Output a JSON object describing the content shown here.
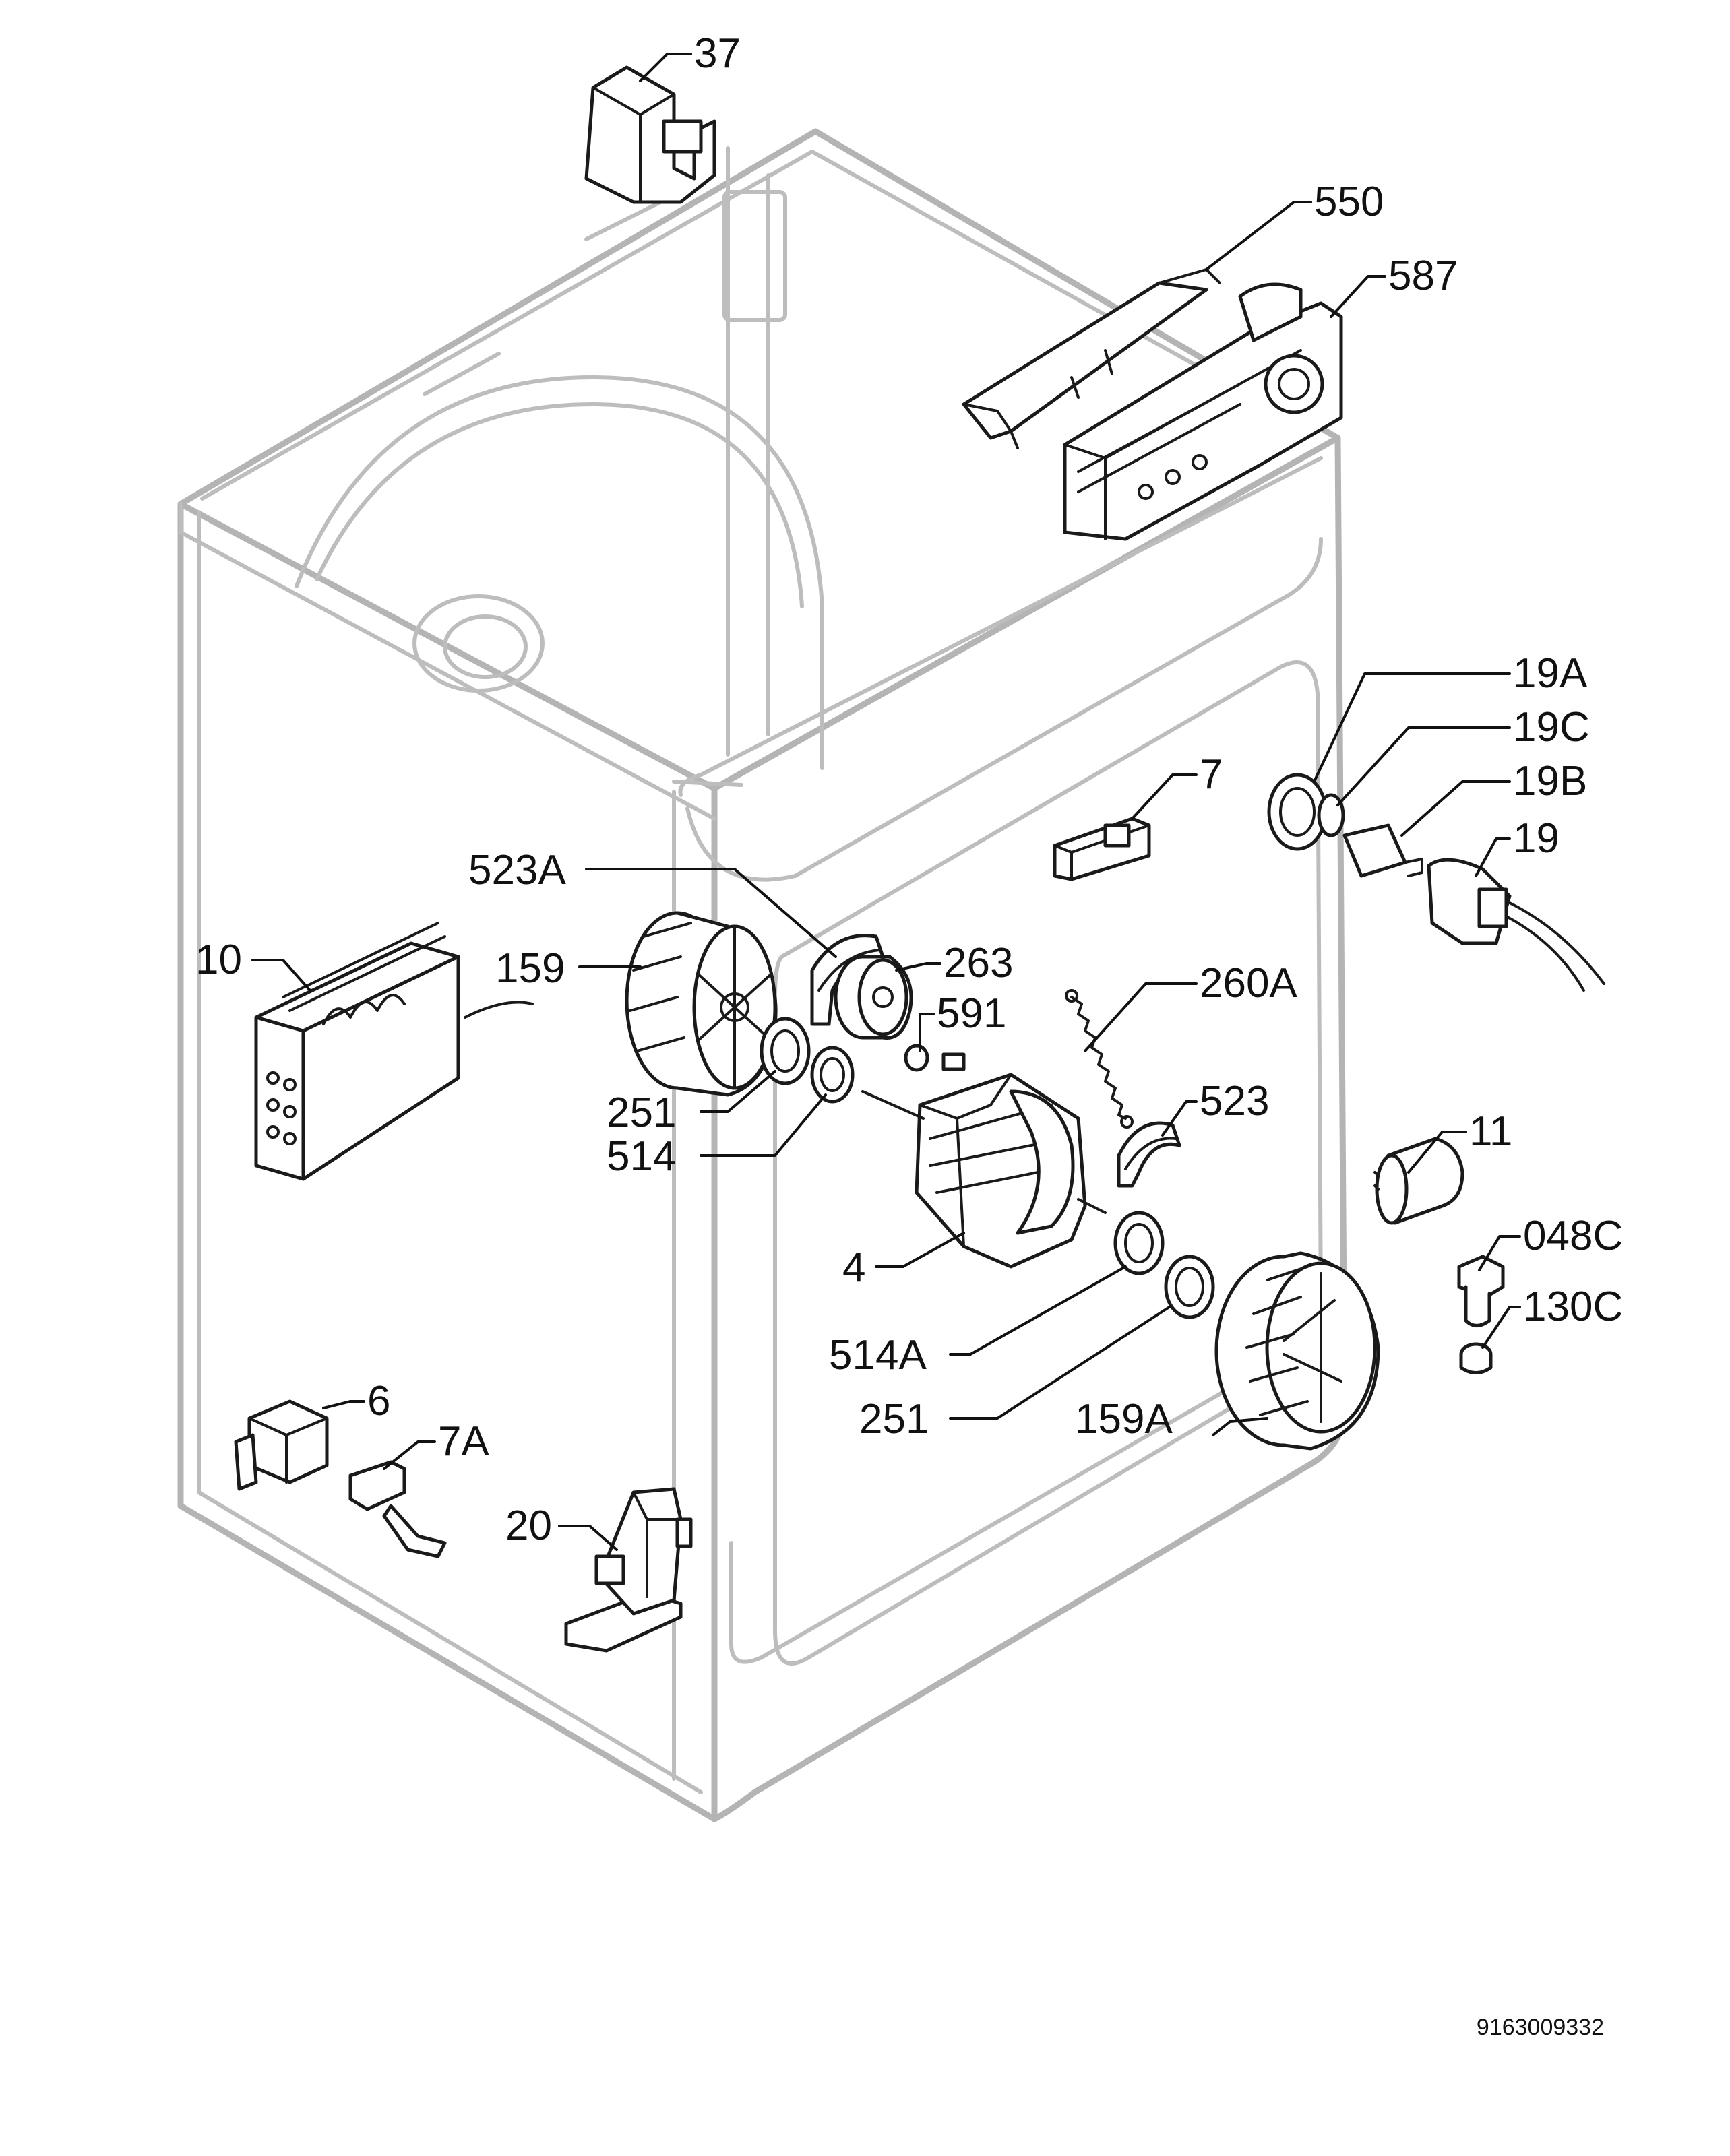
{
  "document_number": "9163009332",
  "callouts": [
    {
      "id": "37",
      "label": "37"
    },
    {
      "id": "550",
      "label": "550"
    },
    {
      "id": "587",
      "label": "587"
    },
    {
      "id": "19A",
      "label": "19A"
    },
    {
      "id": "19C",
      "label": "19C"
    },
    {
      "id": "19B",
      "label": "19B"
    },
    {
      "id": "19",
      "label": "19"
    },
    {
      "id": "7",
      "label": "7"
    },
    {
      "id": "523A",
      "label": "523A"
    },
    {
      "id": "263",
      "label": "263"
    },
    {
      "id": "260A",
      "label": "260A"
    },
    {
      "id": "10",
      "label": "10"
    },
    {
      "id": "159",
      "label": "159"
    },
    {
      "id": "591",
      "label": "591"
    },
    {
      "id": "251-upper",
      "label": "251"
    },
    {
      "id": "514",
      "label": "514"
    },
    {
      "id": "523",
      "label": "523"
    },
    {
      "id": "11",
      "label": "11"
    },
    {
      "id": "4",
      "label": "4"
    },
    {
      "id": "048C",
      "label": "048C"
    },
    {
      "id": "130C",
      "label": "130C"
    },
    {
      "id": "514A",
      "label": "514A"
    },
    {
      "id": "6",
      "label": "6"
    },
    {
      "id": "7A",
      "label": "7A"
    },
    {
      "id": "251-lower",
      "label": "251"
    },
    {
      "id": "159A",
      "label": "159A"
    },
    {
      "id": "20",
      "label": "20"
    }
  ]
}
